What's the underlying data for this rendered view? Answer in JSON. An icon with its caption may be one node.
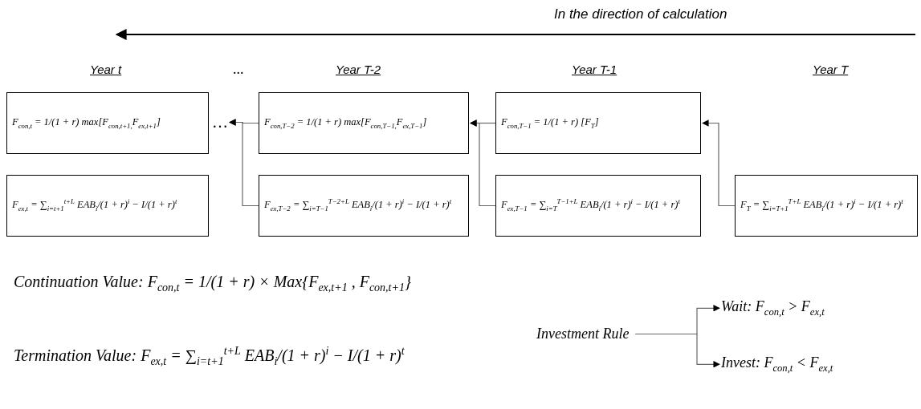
{
  "diagram": {
    "nodes": [
      {
        "text": [
          "F$_{con,t}$ = 1/(1 + r) max[F$_{con,t+1,}$F$_{ex,t+1}$]"
        ]
      },
      {
        "text": [
          "F$_{ex,t}$ = ∑$_{i=t+1}$$^{t+L}$ EAB$_{i}$/(1 + r)$^{i}$ − I/(1 + r)$^{t}$"
        ]
      },
      {
        "text": [
          "…"
        ]
      },
      {
        "text": [
          "F$_{con,T−2}$ = 1/(1 + r) max[F$_{con,T−1,}$F$_{ex,T−1}$]"
        ]
      },
      {
        "text": [
          "F$_{ex,T−2}$ = ∑$_{i=T−1}$$^{T−2+L}$ EAB$_{i}$/(1 + r)$^{i}$ − I/(1 + r)$^{t}$"
        ]
      },
      {
        "text": [
          "F$_{con,T−1}$ = 1/(1 + r) [F$_{T}$]"
        ]
      },
      {
        "text": [
          "F$_{ex,T−1}$ = ∑$_{i=T}$$^{T−1+L}$ EAB$_{i}$/(1 + r)$^{i}$ − I/(1 + r)$^{t}$"
        ]
      },
      {
        "text": [
          "F$_{T}$ = ∑$_{i=T+1}$$^{T+L}$ EAB$_{i}$/(1 + r)$^{i}$ − I/(1 + r)$^{t}$"
        ]
      },
      {
        "text": [
          "Investment Rule"
        ]
      },
      {
        "text": [
          "Wait: F$_{con,t}$ > F$_{ex,t}$"
        ]
      },
      {
        "text": [
          "Invest: F$_{con,t}$ < F$_{ex,t}$"
        ]
      }
    ],
    "edges": [
      {
        "from": 3,
        "to": 2,
        "arrow": "to"
      },
      {
        "from": 4,
        "to": 2,
        "arrow": "to"
      },
      {
        "from": 5,
        "to": 3,
        "arrow": "to"
      },
      {
        "from": 6,
        "to": 3,
        "arrow": "to"
      },
      {
        "from": 7,
        "to": 5,
        "arrow": "to"
      },
      {
        "from": 8,
        "to": 9,
        "arrow": "to"
      },
      {
        "from": 8,
        "to": 10,
        "arrow": "to"
      }
    ],
    "labels": [
      "In the direction of calculation",
      "Year t",
      "...",
      "Year T-2",
      "Year T-1",
      "Year T",
      "Continuation Value: F$_{con,t}$ = 1/(1 + r) × Max{F$_{ex,t+1}$ , F$_{con,t+1}$}",
      "Termination Value: F$_{ex,t}$ = ∑$_{i=t+1}$$^{t+L}$ EAB$_{i}$/(1 + r)$^{i}$ − I/(1 + r)$^{t}$"
    ]
  }
}
